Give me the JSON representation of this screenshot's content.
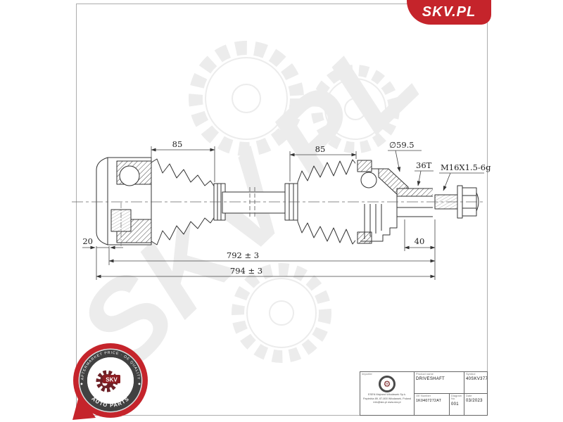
{
  "header": {
    "logo_text": "SKV.PL"
  },
  "watermark": {
    "text": "SKV.PL"
  },
  "drawing": {
    "dim_boot_left": "85",
    "dim_boot_right": "85",
    "dim_diameter": "∅59.5",
    "dim_spline": "36T",
    "dim_thread": "M16X1.5-6g",
    "dim_inner_offset": "20",
    "dim_stub": "40",
    "dim_length_792": "792 ± 3",
    "dim_length_794": "794 ± 3"
  },
  "badge": {
    "arc_top": "AFTERMARKET PRICE · OE QUALITY",
    "arc_bottom": "AUTO PARTS",
    "center_label": "SKV",
    "separator": "◆"
  },
  "title_block": {
    "importer_label": "Importer",
    "address_line1": "ESEN Majrand Włocławek Sp.k.",
    "address_line2": "Papieżka 89, 87-800 Włocławek, Poland",
    "address_line3": "info@skv.pl  www.skv.pl",
    "product_name_label": "Product name",
    "product_name": "DRIVESHAFT",
    "symbol_label": "Symbol",
    "symbol": "40SKV377",
    "oe_number_label": "OE Number",
    "oe_number": "1K0407272AT",
    "diagram_no_label": "Diagram No.",
    "diagram_no": "001",
    "date_label": "Date",
    "date": "03/2023"
  },
  "colors": {
    "brand_red": "#c5242b"
  }
}
